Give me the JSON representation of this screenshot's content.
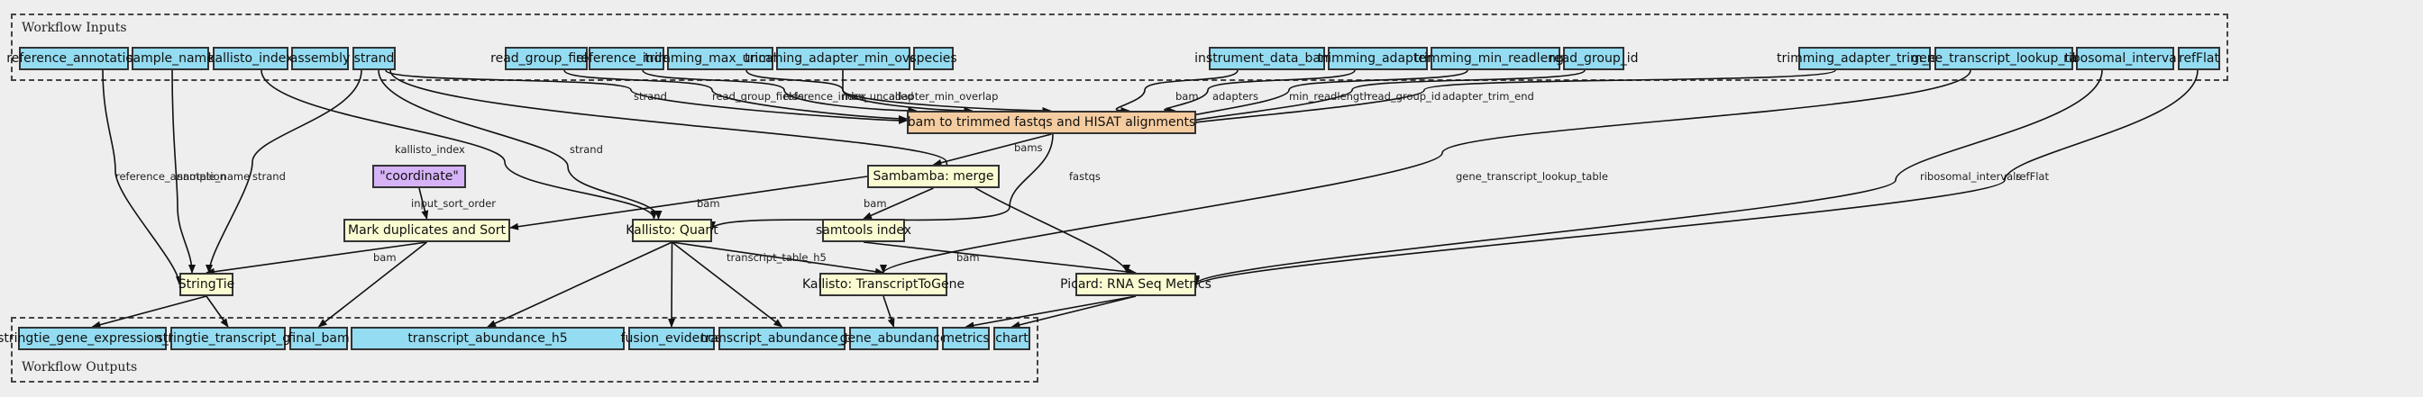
{
  "clusters": {
    "inputs_label": "Workflow Inputs",
    "outputs_label": "Workflow Outputs"
  },
  "colors": {
    "io_node": "#94dcf2",
    "step_node": "#fbfbd2",
    "main_step_node": "#f4cca0",
    "constant_node": "#d6b2f7",
    "background": "#eeeeee"
  },
  "inputs": [
    {
      "id": "reference_annotation",
      "label": "reference_annotation"
    },
    {
      "id": "sample_name",
      "label": "sample_name"
    },
    {
      "id": "kallisto_index",
      "label": "kallisto_index"
    },
    {
      "id": "assembly",
      "label": "assembly"
    },
    {
      "id": "strand",
      "label": "strand"
    },
    {
      "id": "read_group_fields",
      "label": "read_group_fields"
    },
    {
      "id": "reference_index",
      "label": "reference_index"
    },
    {
      "id": "trimming_max_uncalled",
      "label": "trimming_max_uncalled"
    },
    {
      "id": "trimming_adapter_min_overlap",
      "label": "trimming_adapter_min_overlap"
    },
    {
      "id": "species",
      "label": "species"
    },
    {
      "id": "instrument_data_bams",
      "label": "instrument_data_bams"
    },
    {
      "id": "trimming_adapters",
      "label": "trimming_adapters"
    },
    {
      "id": "trimming_min_readlength",
      "label": "trimming_min_readlength"
    },
    {
      "id": "read_group_id",
      "label": "read_group_id"
    },
    {
      "id": "trimming_adapter_trim_end",
      "label": "trimming_adapter_trim_end"
    },
    {
      "id": "gene_transcript_lookup_table",
      "label": "gene_transcript_lookup_table"
    },
    {
      "id": "ribosomal_intervals",
      "label": "ribosomal_intervals"
    },
    {
      "id": "refFlat",
      "label": "refFlat"
    }
  ],
  "steps": [
    {
      "id": "bam_to_trimmed",
      "label": "bam to trimmed fastqs and HISAT alignments",
      "kind": "main"
    },
    {
      "id": "sambamba_merge",
      "label": "Sambamba: merge",
      "kind": "step"
    },
    {
      "id": "coordinate",
      "label": "\"coordinate\"",
      "kind": "const"
    },
    {
      "id": "mark_dup",
      "label": "Mark duplicates and Sort",
      "kind": "step"
    },
    {
      "id": "kallisto_quant",
      "label": "Kallisto: Quant",
      "kind": "step"
    },
    {
      "id": "samtools_index",
      "label": "samtools index",
      "kind": "step"
    },
    {
      "id": "stringtie",
      "label": "StringTie",
      "kind": "step"
    },
    {
      "id": "transcript_to_gene",
      "label": "Kallisto: TranscriptToGene",
      "kind": "step"
    },
    {
      "id": "picard_rnaseq",
      "label": "Picard: RNA Seq Metrics",
      "kind": "step"
    }
  ],
  "outputs": [
    {
      "id": "stringtie_gene_expression_tsv",
      "label": "stringtie_gene_expression_tsv"
    },
    {
      "id": "stringtie_transcript_gtf",
      "label": "stringtie_transcript_gtf"
    },
    {
      "id": "final_bam",
      "label": "final_bam"
    },
    {
      "id": "transcript_abundance_h5",
      "label": "transcript_abundance_h5"
    },
    {
      "id": "fusion_evidence",
      "label": "fusion_evidence"
    },
    {
      "id": "transcript_abundance_tsv",
      "label": "transcript_abundance_tsv"
    },
    {
      "id": "gene_abundance",
      "label": "gene_abundance"
    },
    {
      "id": "metrics",
      "label": "metrics"
    },
    {
      "id": "chart",
      "label": "chart"
    }
  ],
  "edges": [
    {
      "from": "reference_annotation",
      "to": "stringtie",
      "label": "reference_annotation"
    },
    {
      "from": "sample_name",
      "to": "stringtie",
      "label": "sample_name"
    },
    {
      "from": "strand",
      "to": "stringtie",
      "label": "strand"
    },
    {
      "from": "kallisto_index",
      "to": "kallisto_quant",
      "label": "kallisto_index"
    },
    {
      "from": "strand",
      "to": "kallisto_quant",
      "label": "strand"
    },
    {
      "from": "strand",
      "to": "bam_to_trimmed",
      "label": "strand"
    },
    {
      "from": "strand",
      "to": "picard_rnaseq",
      "label": "strand"
    },
    {
      "from": "read_group_fields",
      "to": "bam_to_trimmed",
      "label": "read_group_fields"
    },
    {
      "from": "reference_index",
      "to": "bam_to_trimmed",
      "label": "reference_index"
    },
    {
      "from": "trimming_max_uncalled",
      "to": "bam_to_trimmed",
      "label": "max_uncalled"
    },
    {
      "from": "trimming_adapter_min_overlap",
      "to": "bam_to_trimmed",
      "label": "adapter_min_overlap"
    },
    {
      "from": "instrument_data_bams",
      "to": "bam_to_trimmed",
      "label": "bam"
    },
    {
      "from": "trimming_adapters",
      "to": "bam_to_trimmed",
      "label": "adapters"
    },
    {
      "from": "trimming_min_readlength",
      "to": "bam_to_trimmed",
      "label": "min_readlength"
    },
    {
      "from": "read_group_id",
      "to": "bam_to_trimmed",
      "label": "read_group_id"
    },
    {
      "from": "trimming_adapter_trim_end",
      "to": "bam_to_trimmed",
      "label": "adapter_trim_end"
    },
    {
      "from": "gene_transcript_lookup_table",
      "to": "transcript_to_gene",
      "label": "gene_transcript_lookup_table"
    },
    {
      "from": "ribosomal_intervals",
      "to": "picard_rnaseq",
      "label": "ribosomal_intervals"
    },
    {
      "from": "refFlat",
      "to": "picard_rnaseq",
      "label": "refFlat"
    },
    {
      "from": "bam_to_trimmed",
      "to": "sambamba_merge",
      "label": "bams"
    },
    {
      "from": "bam_to_trimmed",
      "to": "kallisto_quant",
      "label": "fastqs"
    },
    {
      "from": "coordinate",
      "to": "mark_dup",
      "label": "input_sort_order"
    },
    {
      "from": "sambamba_merge",
      "to": "mark_dup",
      "label": "bam"
    },
    {
      "from": "sambamba_merge",
      "to": "samtools_index",
      "label": "bam"
    },
    {
      "from": "mark_dup",
      "to": "stringtie",
      "label": "bam"
    },
    {
      "from": "kallisto_quant",
      "to": "transcript_to_gene",
      "label": "transcript_table_h5"
    },
    {
      "from": "samtools_index",
      "to": "picard_rnaseq",
      "label": "bam"
    },
    {
      "from": "stringtie",
      "to": "stringtie_gene_expression_tsv",
      "label": ""
    },
    {
      "from": "stringtie",
      "to": "stringtie_transcript_gtf",
      "label": ""
    },
    {
      "from": "mark_dup",
      "to": "final_bam",
      "label": ""
    },
    {
      "from": "kallisto_quant",
      "to": "transcript_abundance_h5",
      "label": ""
    },
    {
      "from": "kallisto_quant",
      "to": "fusion_evidence",
      "label": ""
    },
    {
      "from": "kallisto_quant",
      "to": "transcript_abundance_tsv",
      "label": ""
    },
    {
      "from": "transcript_to_gene",
      "to": "gene_abundance",
      "label": ""
    },
    {
      "from": "picard_rnaseq",
      "to": "metrics",
      "label": ""
    },
    {
      "from": "picard_rnaseq",
      "to": "chart",
      "label": ""
    }
  ]
}
